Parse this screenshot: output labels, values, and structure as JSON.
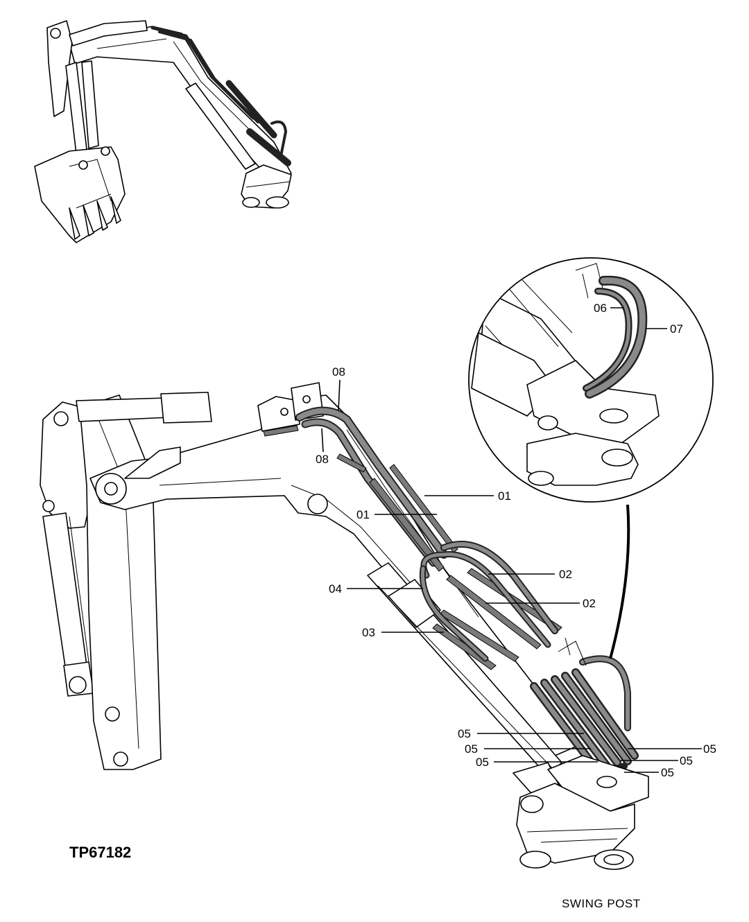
{
  "drawing_id": "TP67182",
  "caption": "SWING POST",
  "callouts": {
    "c08_top": "08",
    "c08_bottom": "08",
    "c01_right": "01",
    "c01_left": "01",
    "c02_upper": "02",
    "c02_lower": "02",
    "c04": "04",
    "c03": "03",
    "c05_a": "05",
    "c05_b": "05",
    "c05_c": "05",
    "c05_d": "05",
    "c05_e": "05",
    "c05_f": "05",
    "c06": "06",
    "c07": "07"
  }
}
